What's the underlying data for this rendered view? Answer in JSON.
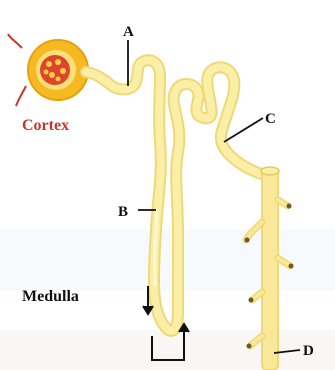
{
  "diagram": {
    "labels": {
      "a": "A",
      "b": "B",
      "c": "C",
      "d": "D"
    },
    "regions": {
      "cortex": "Cortex",
      "medulla": "Medulla"
    },
    "colors": {
      "tubule": "#f9e79a",
      "tubule_outline": "#efd877",
      "capsule": "#f7c62b",
      "glomerulus": "#e84a2a",
      "cortex_text": "#c0392b",
      "medulla_text": "#111111",
      "leader_lines": "#111111",
      "background": "#ffffff"
    }
  }
}
